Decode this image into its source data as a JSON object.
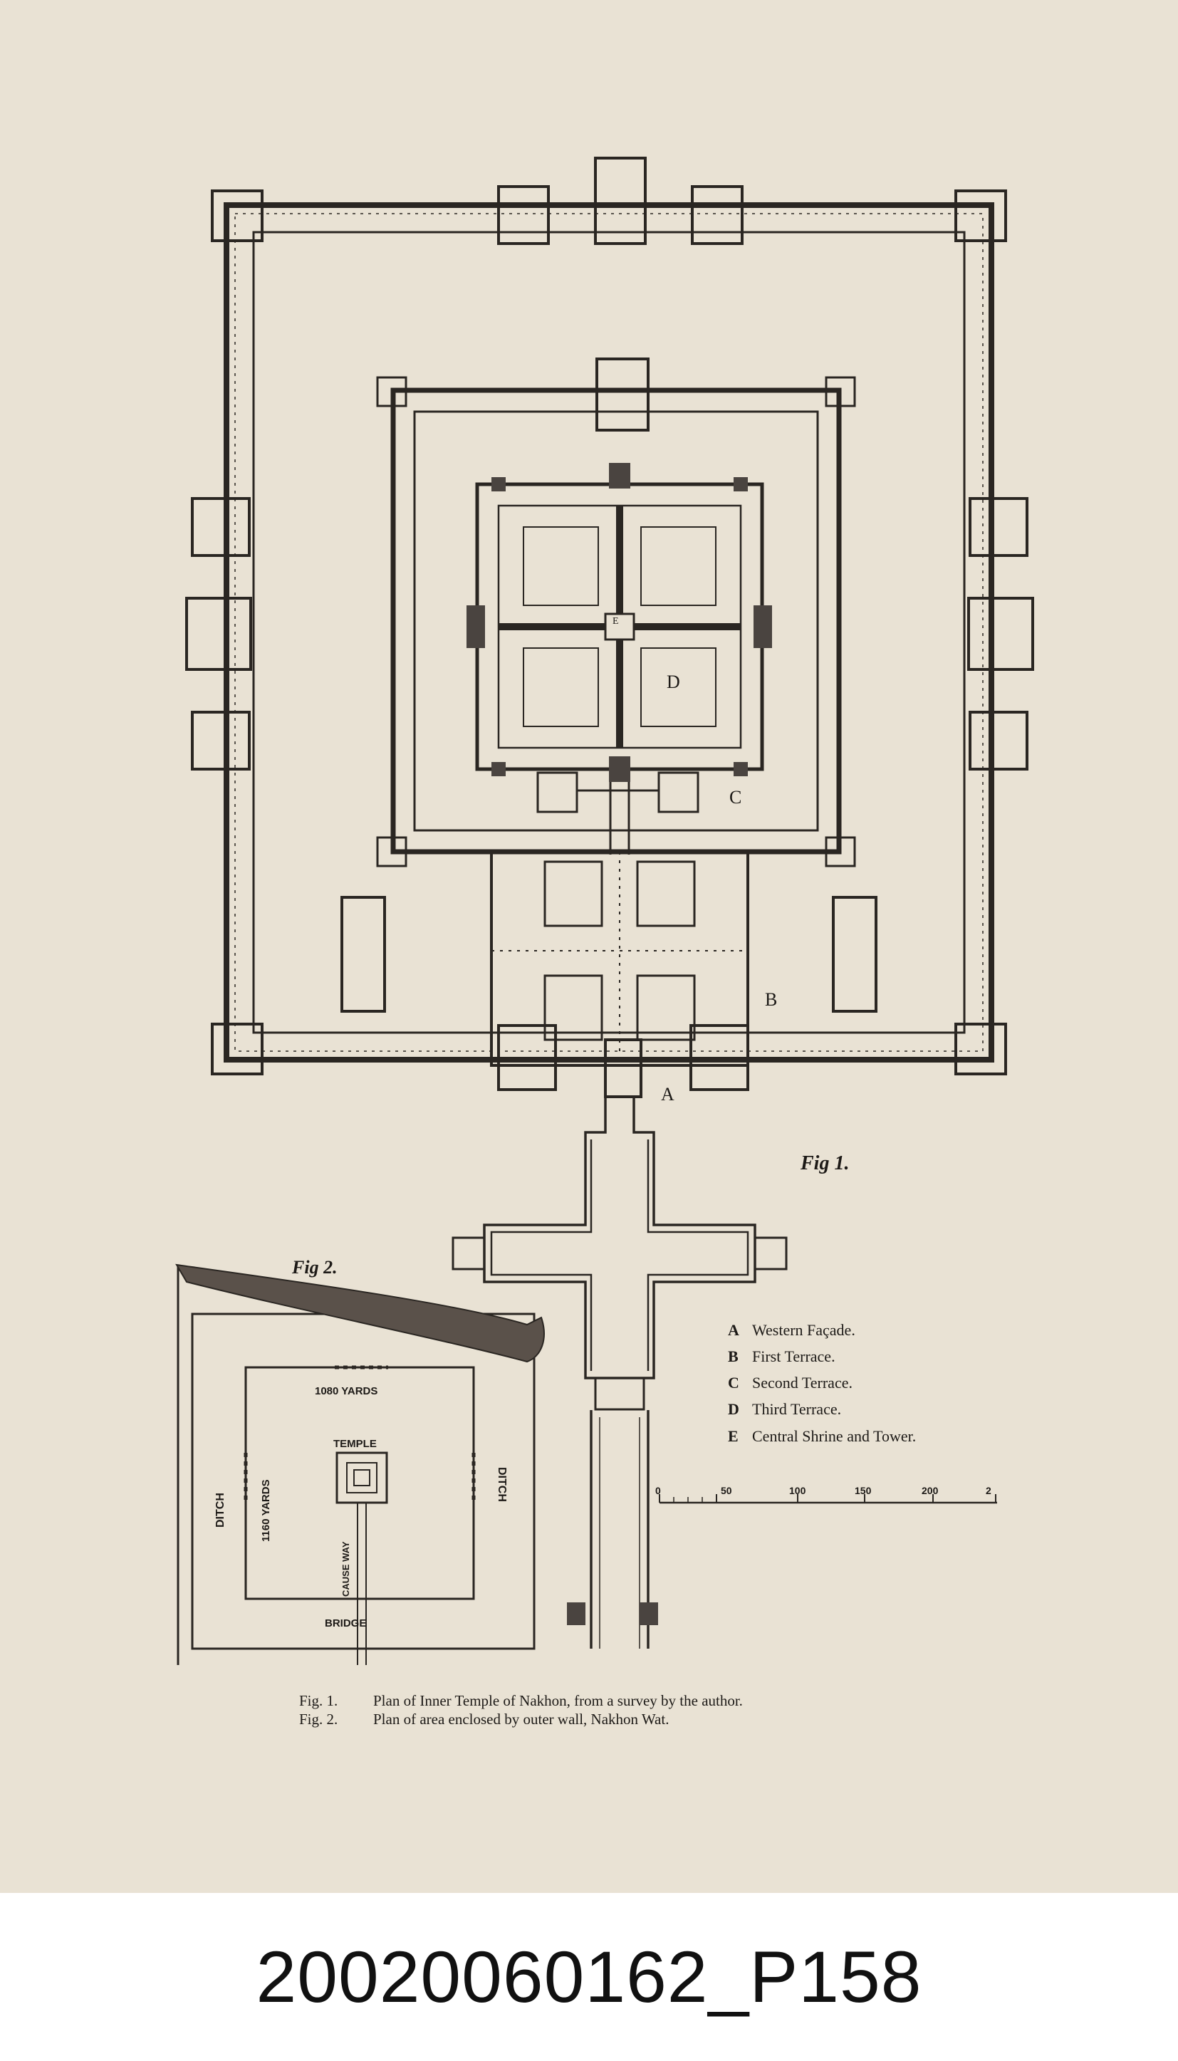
{
  "figure": {
    "fig1_label": "Fig 1.",
    "fig2_label": "Fig 2.",
    "plan_letters": {
      "A": "A",
      "B": "B",
      "C": "C",
      "D": "D",
      "E": "E"
    },
    "legend": [
      {
        "letter": "A",
        "text": "Western Façade."
      },
      {
        "letter": "B",
        "text": "First Terrace."
      },
      {
        "letter": "C",
        "text": "Second Terrace."
      },
      {
        "letter": "D",
        "text": "Third Terrace."
      },
      {
        "letter": "E",
        "text": "Central Shrine and Tower."
      }
    ],
    "scale": {
      "ticks": [
        "0",
        "50",
        "100",
        "150",
        "200",
        "2"
      ]
    },
    "fig2": {
      "top_label": "1080 YARDS",
      "side_label": "1160 YARDS",
      "temple_label": "TEMPLE",
      "causeway_label": "CAUSE WAY",
      "bridge_label": "BRIDGE",
      "ditch_left": "DITCH",
      "ditch_right": "DITCH"
    },
    "captions": [
      {
        "num": "Fig. 1.",
        "text": "Plan of Inner Temple of Nakhon, from a survey by the author."
      },
      {
        "num": "Fig. 2.",
        "text": "Plan of area enclosed by outer wall, Nakhon Wat."
      }
    ]
  },
  "catalog_id": "20020060162_P158"
}
